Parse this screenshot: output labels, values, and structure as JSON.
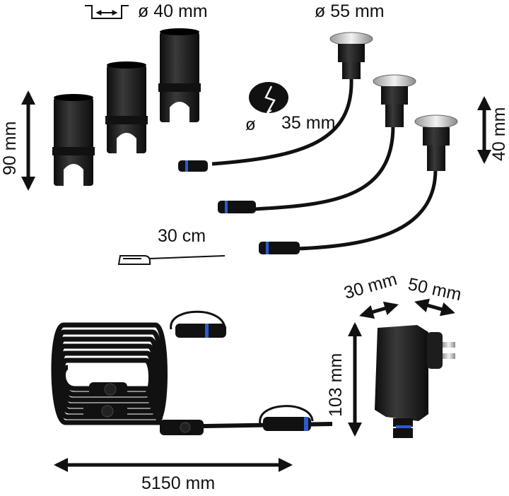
{
  "labels": {
    "diameter_sleeve": "ø 40 mm",
    "diameter_light": "ø 55 mm",
    "drill_diameter": "35 mm",
    "drill_symbol": "ø",
    "sleeve_height": "90 mm",
    "light_depth": "40 mm",
    "cable_length": "30 cm",
    "adapter_depth": "30 mm",
    "adapter_width": "50 mm",
    "adapter_height": "103 mm",
    "main_cable_length": "5150 mm"
  },
  "colors": {
    "product": "#1a1a1a",
    "chrome": "#c8c8c8",
    "connector_accent": "#2f5bd0",
    "background": "#ffffff"
  },
  "icons": [
    "width-gauge-icon",
    "drill-hole-icon",
    "cable-reel-icon"
  ]
}
